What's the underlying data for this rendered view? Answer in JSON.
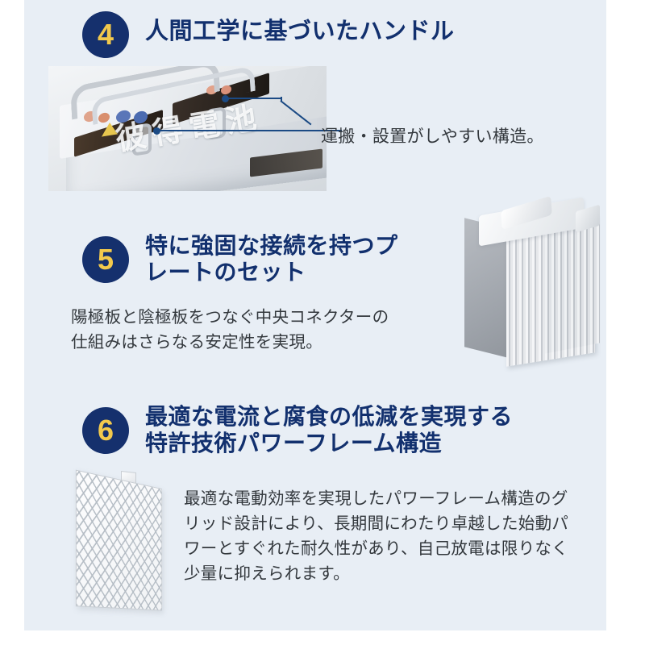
{
  "page": {
    "background_color": "#ffffff",
    "panel_color": "#e8eef5",
    "accent_navy": "#15306d",
    "accent_gold": "#f2c94c",
    "callout_line_color": "#1b4a84",
    "body_text_color": "#33383d"
  },
  "sections": [
    {
      "number": "4",
      "heading": "人間工学に基づいたハンドル",
      "callout_text": "運搬・設置がしやすい構造。",
      "image": {
        "name": "battery-handle-photo",
        "watermark": "彼得電池"
      }
    },
    {
      "number": "5",
      "heading": "特に強固な接続を持つプ\nレートのセット",
      "body": "陽極板と陰極板をつなぐ中央コネクターの\n仕組みはさらなる安定性を実現。",
      "image": {
        "name": "plate-set-photo"
      }
    },
    {
      "number": "6",
      "heading": "最適な電流と腐食の低減を実現する\n特許技術パワーフレーム構造",
      "body": "最適な電動効率を実現したパワーフレーム構造のグ\nリッド設計により、長期間にわたり卓越した始動パ\nワーとすぐれた耐久性があり、自己放電は限りなく\n少量に抑えられます。",
      "image": {
        "name": "power-frame-grid-photo"
      }
    }
  ]
}
